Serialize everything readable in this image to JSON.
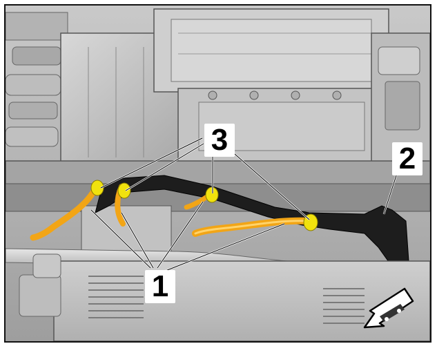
{
  "callouts": {
    "c1": "1",
    "c2": "2",
    "c3": "3"
  },
  "colors": {
    "hose_orange": "#f2a516",
    "clamp_yellow": "#f1e20e",
    "bracket_black": "#1d1d1d",
    "engine_gray": "#bdbdbd"
  },
  "icons": {
    "direction": "forward-arrow-icon"
  }
}
